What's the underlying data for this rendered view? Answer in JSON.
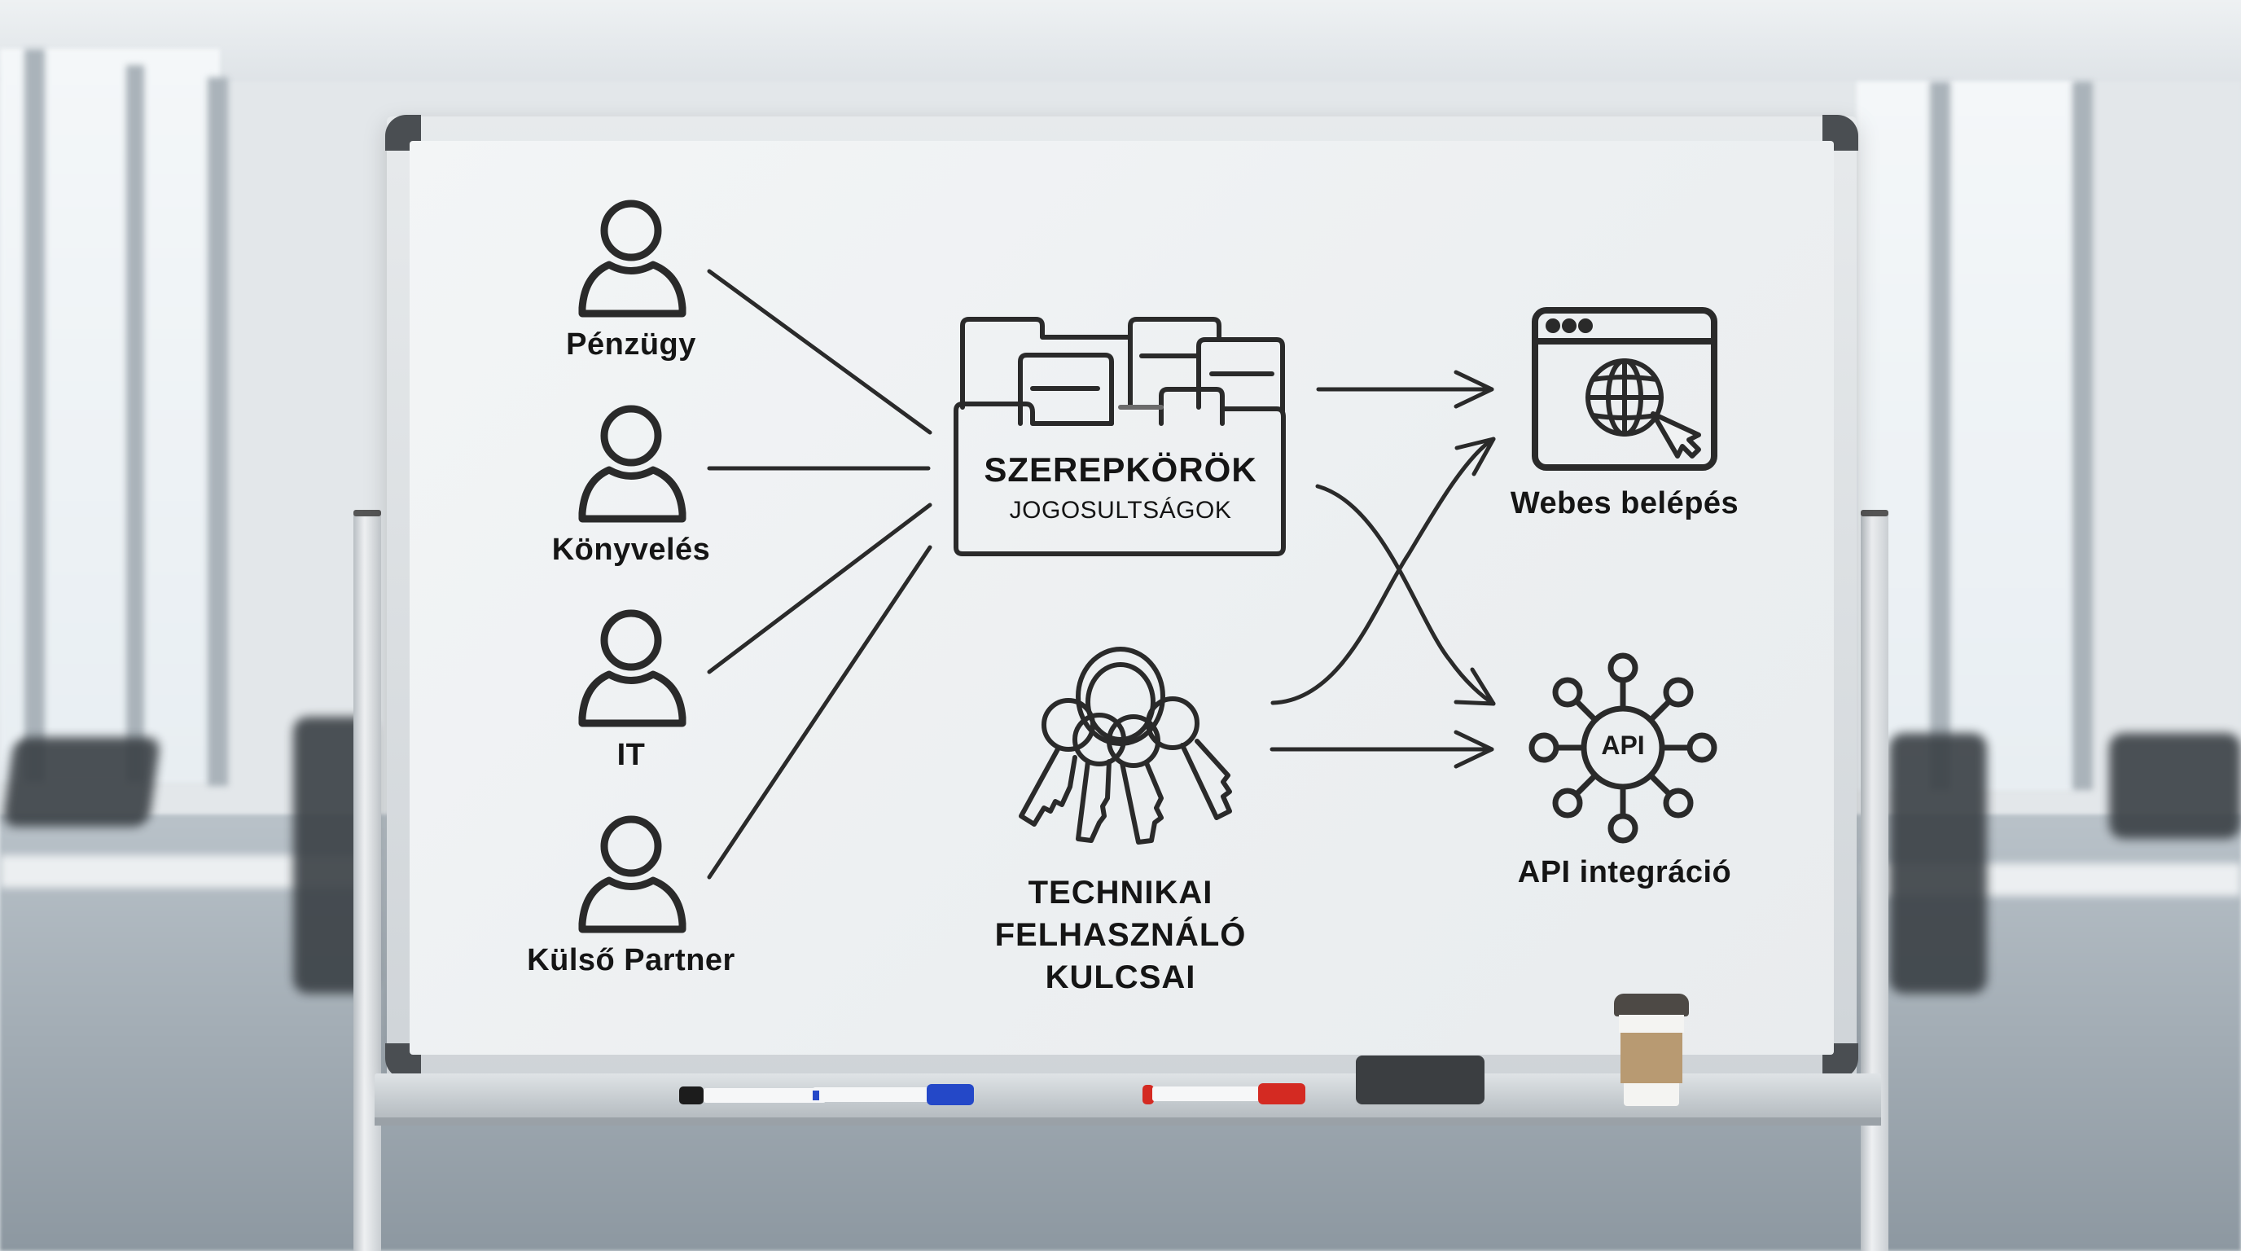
{
  "scene": {
    "description": "Whiteboard in a blurred modern office meeting room",
    "colors": {
      "ink": "#2a2a2a",
      "board": "#eef1f3",
      "frame_corner": "#4a4e52",
      "marker_black": "#1c1c1c",
      "marker_blue": "#2448c8",
      "marker_red": "#d42a22",
      "eraser": "#3b3e41",
      "cup_sleeve": "#b89a72",
      "cup_lid": "#4d4945"
    }
  },
  "diagram": {
    "users": [
      {
        "label": "Pénzügy"
      },
      {
        "label": "Könyvelés"
      },
      {
        "label": "IT"
      },
      {
        "label": "Külső Partner"
      }
    ],
    "roles_box": {
      "title": "SZEREPKÖRÖK",
      "subtitle": "JOGOSULTSÁGOK",
      "icon": "folders-icon"
    },
    "keys": {
      "icon": "keyring-icon",
      "lines": [
        "TECHNIKAI",
        "FELHASZNÁLÓ",
        "KULCSAI"
      ]
    },
    "targets": [
      {
        "label": "Webes belépés",
        "icon": "browser-globe-icon"
      },
      {
        "label": "API integráció",
        "icon": "api-hub-icon",
        "icon_text": "API"
      }
    ],
    "connections": [
      {
        "from": "Pénzügy",
        "to": "SZEREPKÖRÖK"
      },
      {
        "from": "Könyvelés",
        "to": "SZEREPKÖRÖK"
      },
      {
        "from": "IT",
        "to": "SZEREPKÖRÖK"
      },
      {
        "from": "Külső Partner",
        "to": "SZEREPKÖRÖK"
      },
      {
        "from": "SZEREPKÖRÖK",
        "to": "Webes belépés",
        "style": "straight-arrow"
      },
      {
        "from": "SZEREPKÖRÖK",
        "to": "API integráció",
        "style": "curved-arrow"
      },
      {
        "from": "TECHNIKAI FELHASZNÁLÓ KULCSAI",
        "to": "Webes belépés",
        "style": "curved-arrow"
      },
      {
        "from": "TECHNIKAI FELHASZNÁLÓ KULCSAI",
        "to": "API integráció",
        "style": "straight-arrow"
      }
    ]
  },
  "tray_items": [
    {
      "type": "marker",
      "color": "black"
    },
    {
      "type": "marker",
      "color": "blue"
    },
    {
      "type": "marker",
      "color": "red"
    },
    {
      "type": "eraser"
    },
    {
      "type": "coffee-cup"
    }
  ]
}
